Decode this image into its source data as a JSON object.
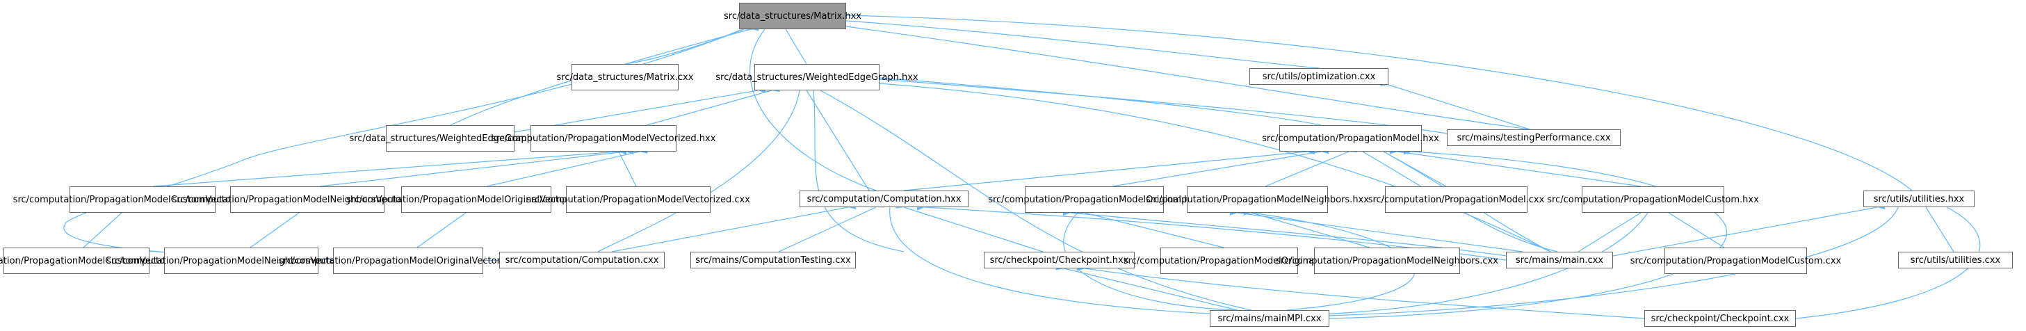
{
  "colors": {
    "edge": "#63b8ff",
    "node_border": "#666666",
    "root_fill": "#999999",
    "node_fill": "#ffffff"
  },
  "nodes": {
    "matrix_hxx": [
      "src/data_structures",
      "/Matrix.hxx"
    ],
    "matrix_cxx": [
      "src/data_structures",
      "/Matrix.cxx"
    ],
    "weg_hxx": [
      "src/data_structures",
      "/WeightedEdgeGraph.hxx"
    ],
    "opt_cxx": [
      "src/utils/optimization.cxx"
    ],
    "weg_cxx": [
      "src/data_structures",
      "/WeightedEdgeGraph.cxx"
    ],
    "pmv_hxx": [
      "src/computation/Propagation",
      "ModelVectorized.hxx"
    ],
    "pm_hxx": [
      "src/computation/Propagation",
      "Model.hxx"
    ],
    "testperf_cxx": [
      "src/mains/testingPerformance.cxx"
    ],
    "pmcv_hxx": [
      "src/computation/Propagation",
      "ModelCustomVectorized.hxx"
    ],
    "pmnv_hxx": [
      "src/computation/Propagation",
      "ModelNeighborsVectorized.hxx"
    ],
    "pmov_hxx": [
      "src/computation/Propagation",
      "ModelOriginalVectorized.hxx"
    ],
    "pmv_cxx": [
      "src/computation/Propagation",
      "ModelVectorized.cxx"
    ],
    "comp_hxx": [
      "src/computation/Computation.hxx"
    ],
    "pmo_hxx": [
      "src/computation/Propagation",
      "ModelOriginal.hxx"
    ],
    "pmn_hxx": [
      "src/computation/Propagation",
      "ModelNeighbors.hxx"
    ],
    "pm_cxx": [
      "src/computation/Propagation",
      "Model.cxx"
    ],
    "pmc_hxx": [
      "src/computation/Propagation",
      "ModelCustom.hxx"
    ],
    "util_hxx": [
      "src/utils/utilities.hxx"
    ],
    "pmcv_cxx": [
      "src/computation/Propagation",
      "ModelCustomVectorized.cxx"
    ],
    "pmnv_cxx": [
      "src/computation/Propagation",
      "ModelNeighborsVectorized.cxx"
    ],
    "pmov_cxx": [
      "src/computation/Propagation",
      "ModelOriginalVectorized.cxx"
    ],
    "comp_cxx": [
      "src/computation/Computation.cxx"
    ],
    "comptest_cxx": [
      "src/mains/ComputationTesting.cxx"
    ],
    "ckpt_hxx": [
      "src/checkpoint/Checkpoint.hxx"
    ],
    "pmo_cxx": [
      "src/computation/Propagation",
      "ModelOriginal.cxx"
    ],
    "pmn_cxx": [
      "src/computation/Propagation",
      "ModelNeighbors.cxx"
    ],
    "main_cxx": [
      "src/mains/main.cxx"
    ],
    "pmc_cxx": [
      "src/computation/Propagation",
      "ModelCustom.cxx"
    ],
    "util_cxx": [
      "src/utils/utilities.cxx"
    ],
    "mainmpi_cxx": [
      "src/mains/mainMPI.cxx"
    ],
    "ckpt_cxx": [
      "src/checkpoint/Checkpoint.cxx"
    ]
  }
}
